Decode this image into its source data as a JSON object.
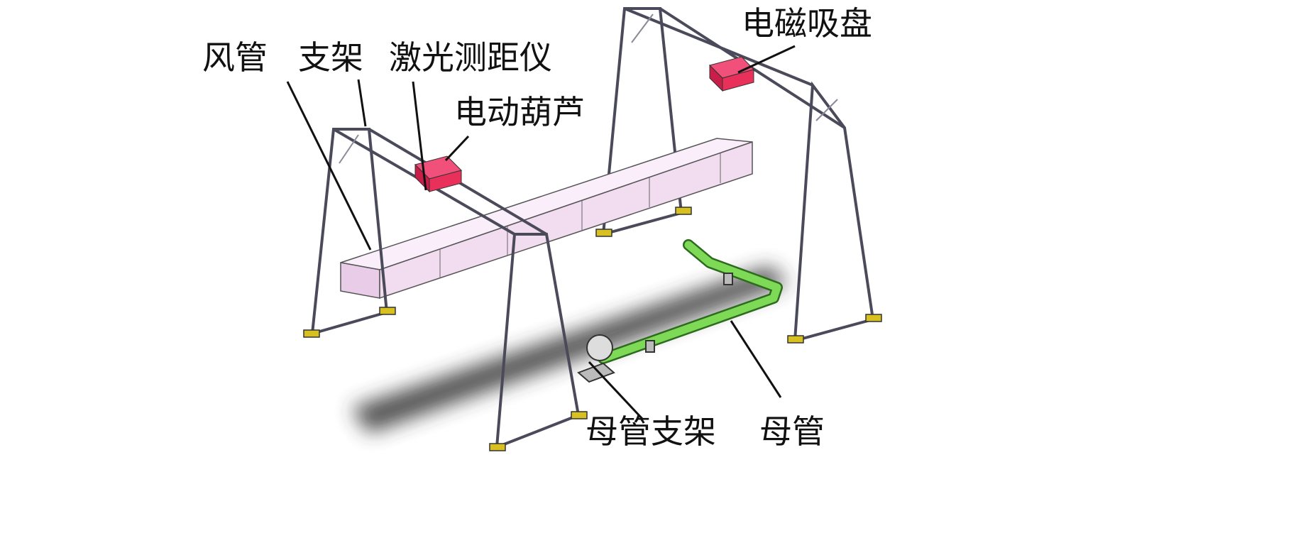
{
  "labels": {
    "duct": "风管",
    "bracket": "支架",
    "laser_rangefinder": "激光测距仪",
    "electric_hoist": "电动葫芦",
    "electromagnetic_chuck": "电磁吸盘",
    "main_pipe_bracket": "母管支架",
    "main_pipe": "母管"
  },
  "colors": {
    "duct": "#f2dcf0",
    "hoist": "#e8305a",
    "pipe": "#7ed957",
    "frame": "#4a4a5a"
  }
}
